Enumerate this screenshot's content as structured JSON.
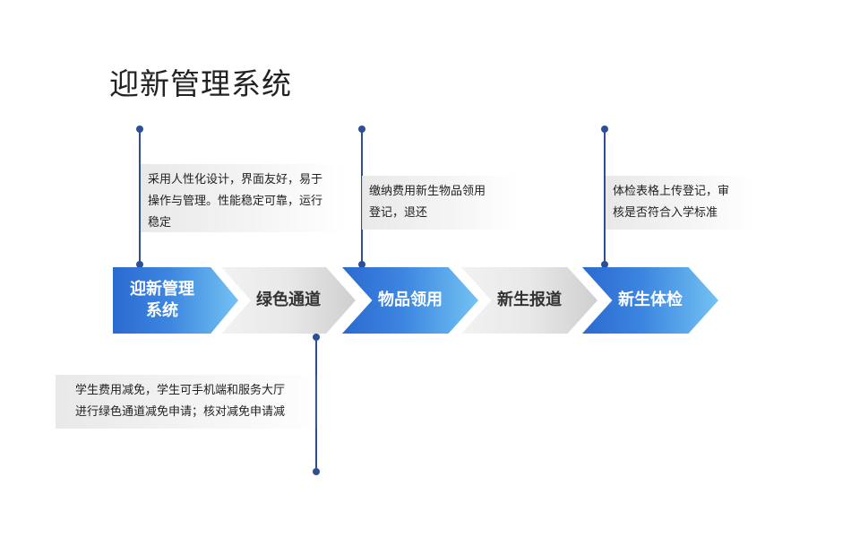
{
  "title": "迎新管理系统",
  "steps": [
    {
      "label_line1": "迎新管理",
      "label_line2": "系统"
    },
    {
      "label": "绿色通道"
    },
    {
      "label": "物品领用"
    },
    {
      "label": "新生报道"
    },
    {
      "label": "新生体检"
    }
  ],
  "notes": {
    "n1": {
      "line1": "采用人性化设计，界面友好，易于",
      "line2": "操作与管理。性能稳定可靠，运行",
      "line3": "稳定"
    },
    "n2": {
      "line1": "学生费用减免，学生可手机端和服务大厅",
      "line2": "进行绿色通道减免申请；核对减免申请减"
    },
    "n3": {
      "line1": "缴纳费用新生物品领用",
      "line2": "登记，退还"
    },
    "n4": {
      "line1": "体检表格上传登记，审",
      "line2": "核是否符合入学标准"
    }
  }
}
